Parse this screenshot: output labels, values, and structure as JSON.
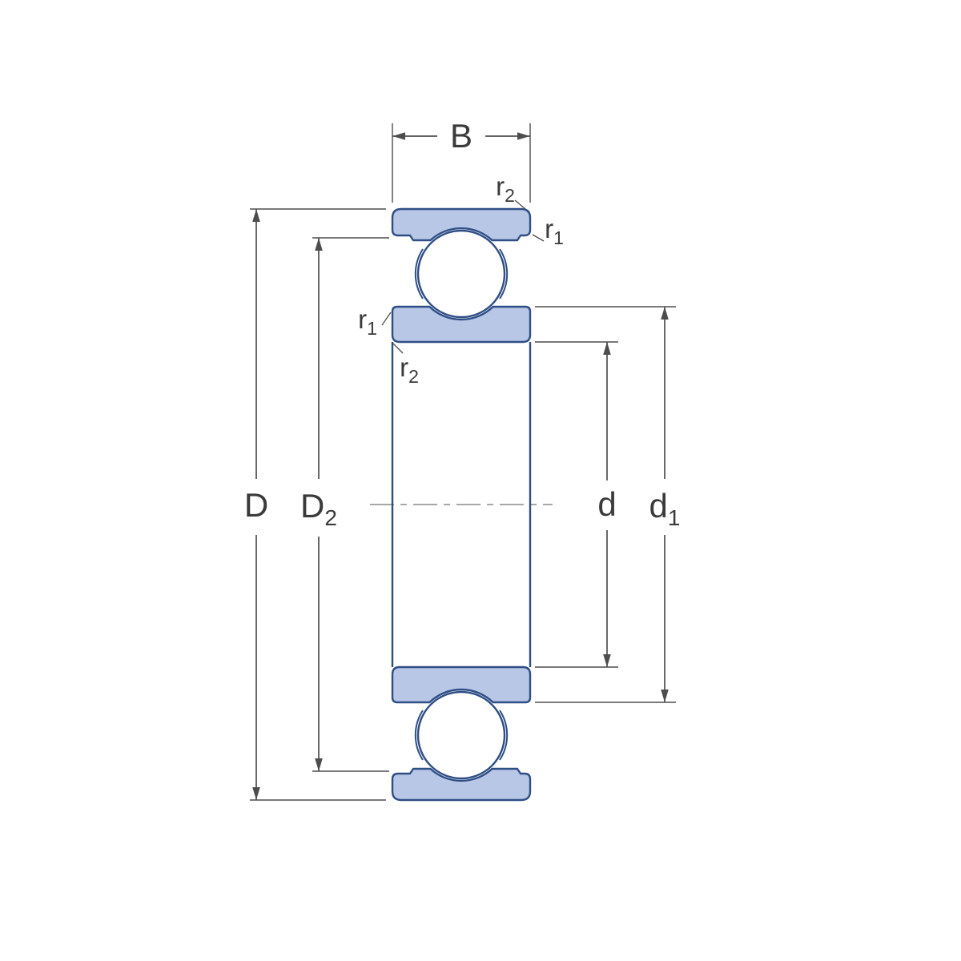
{
  "diagram": {
    "type": "deep-groove-ball-bearing-cross-section",
    "labels": {
      "width": "B",
      "outer_diameter": "D",
      "recess_diameter_main": "D",
      "recess_diameter_sub": "2",
      "bore_diameter": "d",
      "shoulder_diameter_main": "d",
      "shoulder_diameter_sub": "1",
      "chamfer1_main": "r",
      "chamfer1_sub": "1",
      "chamfer2_main": "r",
      "chamfer2_sub": "2"
    },
    "colors": {
      "ring-fill": "#b7c7e5",
      "ring-outline": "#2f4e86",
      "dimension-line": "#4d4d4d",
      "text": "#3a3a3a",
      "centerline": "#8a8a8a",
      "background": "#ffffff"
    }
  }
}
